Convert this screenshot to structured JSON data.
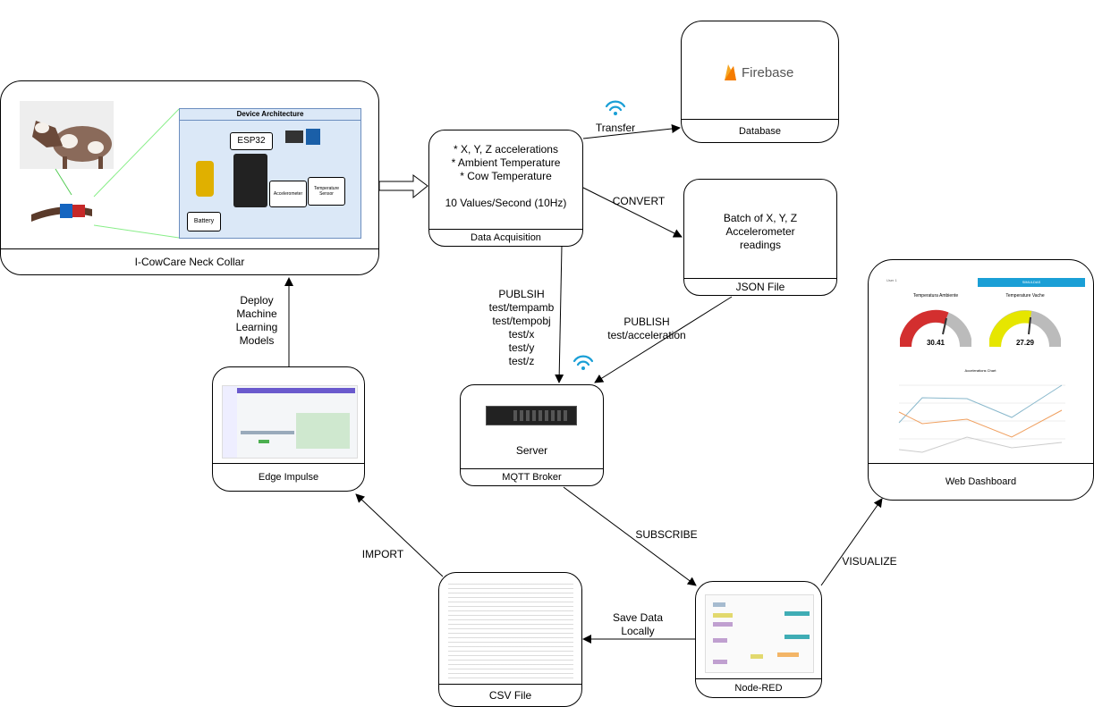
{
  "nodes": {
    "collar": {
      "caption": "I-CowCare Neck Collar"
    },
    "device": {
      "title": "Device Architecture",
      "esp": "ESP32",
      "accel": "Accelerometer",
      "temp": "Temperature\nSensor",
      "battery": "Battery"
    },
    "acq": {
      "text": "* X, Y, Z accelerations\n* Ambient Temperature\n* Cow Temperature\n\n10 Values/Second (10Hz)",
      "caption": "Data Acquisition"
    },
    "db": {
      "brand": "Firebase",
      "caption": "Database"
    },
    "json": {
      "text": "Batch of X, Y, Z\nAccelerometer\nreadings",
      "caption": "JSON File"
    },
    "mqtt": {
      "server": "Server",
      "caption": "MQTT Broker"
    },
    "edge": {
      "caption": "Edge Impulse"
    },
    "csv": {
      "caption": "CSV File"
    },
    "nodered": {
      "caption": "Node-RED"
    },
    "web": {
      "caption": "Web Dashboard",
      "tab1": "User 1",
      "tab2": "SIMULDAS",
      "g1_title": "Temperatura Ambiente",
      "g1_value": "30.41",
      "g2_title": "Temperature Vache",
      "g2_value": "27.29",
      "chart_title": "Accelerations Chart"
    }
  },
  "edges": {
    "transfer": "Transfer",
    "convert": "CONVERT",
    "publish_topics": "PUBLSIH\ntest/tempamb\ntest/tempobj\ntest/x\ntest/y\ntest/z",
    "publish_accel": "PUBLISH\ntest/acceleration",
    "subscribe": "SUBSCRIBE",
    "visualize": "VISUALIZE",
    "save": "Save Data\nLocally",
    "import": "IMPORT",
    "deploy": "Deploy\nMachine\nLearning\nModels"
  },
  "colors": {
    "accent": "#1a9fd6",
    "firebase": "#f5a623",
    "gauge_red": "#d32f2f",
    "gauge_yellow": "#e6e600"
  }
}
